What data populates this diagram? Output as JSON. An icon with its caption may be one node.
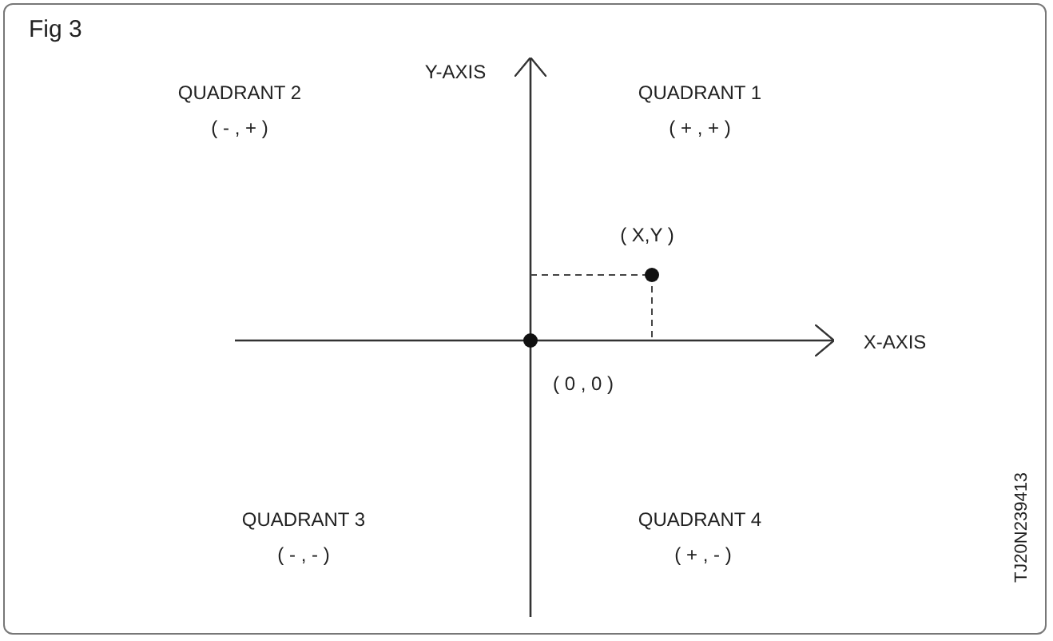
{
  "diagram": {
    "title": "Fig 3",
    "labels": [
      "Y-AXIS",
      "QUADRANT 2",
      "( - , + )",
      "QUADRANT 1",
      "( + , + )",
      "( X,Y )",
      "X-AXIS",
      "( 0 , 0 )",
      "QUADRANT 3",
      "( - , - )",
      "QUADRANT 4",
      "( + , - )",
      "TJ20N239413"
    ]
  }
}
